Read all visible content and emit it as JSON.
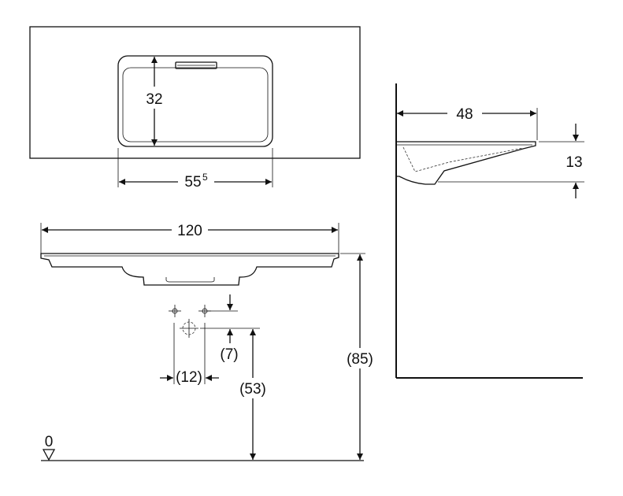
{
  "dimensions": {
    "basin_depth": "32",
    "basin_width_main": "55",
    "basin_width_sup": "5",
    "overall_width": "120",
    "overall_depth": "48",
    "rim_height": "13",
    "floor_to_top": "(85)",
    "floor_to_drain": "(53)",
    "tap_offset_vertical": "(7)",
    "tap_spacing": "(12)",
    "floor_level": "0"
  }
}
